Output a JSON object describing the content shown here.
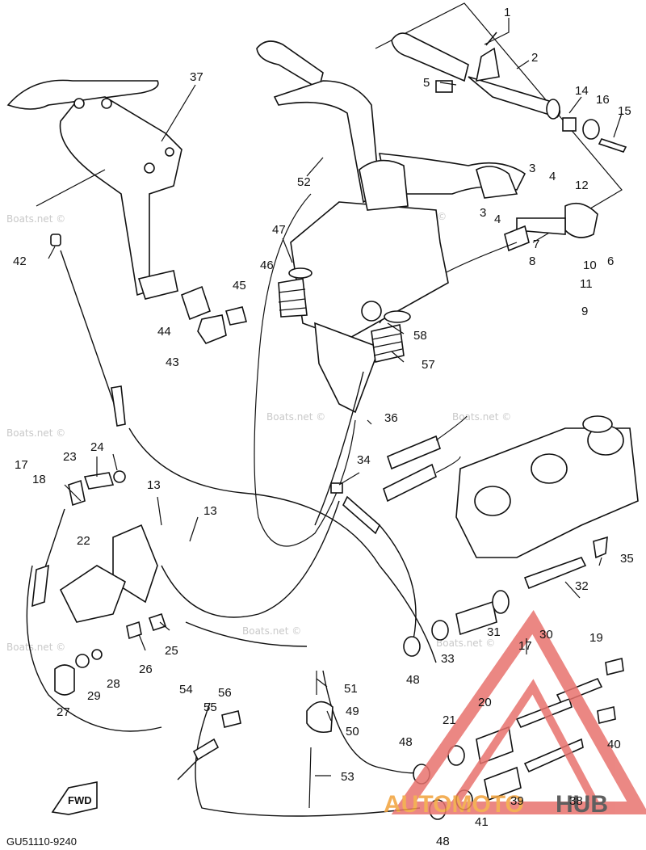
{
  "diagram": {
    "code": "GU51110-9240",
    "fwd_label": "FWD",
    "watermark": "Boats.net ©",
    "brand": {
      "part_a": "AUTOMOTO",
      "part_b": "HUB"
    },
    "labels": [
      {
        "id": "l1",
        "text": "1"
      },
      {
        "id": "l2",
        "text": "2"
      },
      {
        "id": "l3a",
        "text": "3"
      },
      {
        "id": "l3b",
        "text": "3"
      },
      {
        "id": "l4a",
        "text": "4"
      },
      {
        "id": "l4b",
        "text": "4"
      },
      {
        "id": "l5",
        "text": "5"
      },
      {
        "id": "l6",
        "text": "6"
      },
      {
        "id": "l7",
        "text": "7"
      },
      {
        "id": "l8",
        "text": "8"
      },
      {
        "id": "l9",
        "text": "9"
      },
      {
        "id": "l10",
        "text": "10"
      },
      {
        "id": "l11",
        "text": "11"
      },
      {
        "id": "l12",
        "text": "12"
      },
      {
        "id": "l13a",
        "text": "13"
      },
      {
        "id": "l13b",
        "text": "13"
      },
      {
        "id": "l14",
        "text": "14"
      },
      {
        "id": "l15",
        "text": "15"
      },
      {
        "id": "l16",
        "text": "16"
      },
      {
        "id": "l17a",
        "text": "17"
      },
      {
        "id": "l17b",
        "text": "17"
      },
      {
        "id": "l18",
        "text": "18"
      },
      {
        "id": "l19",
        "text": "19"
      },
      {
        "id": "l20",
        "text": "20"
      },
      {
        "id": "l21",
        "text": "21"
      },
      {
        "id": "l22",
        "text": "22"
      },
      {
        "id": "l23",
        "text": "23"
      },
      {
        "id": "l24",
        "text": "24"
      },
      {
        "id": "l25",
        "text": "25"
      },
      {
        "id": "l26",
        "text": "26"
      },
      {
        "id": "l27",
        "text": "27"
      },
      {
        "id": "l28",
        "text": "28"
      },
      {
        "id": "l29",
        "text": "29"
      },
      {
        "id": "l30",
        "text": "30"
      },
      {
        "id": "l31",
        "text": "31"
      },
      {
        "id": "l32",
        "text": "32"
      },
      {
        "id": "l33",
        "text": "33"
      },
      {
        "id": "l34",
        "text": "34"
      },
      {
        "id": "l35",
        "text": "35"
      },
      {
        "id": "l36",
        "text": "36"
      },
      {
        "id": "l37",
        "text": "37"
      },
      {
        "id": "l38",
        "text": "38"
      },
      {
        "id": "l39",
        "text": "39"
      },
      {
        "id": "l40",
        "text": "40"
      },
      {
        "id": "l41",
        "text": "41"
      },
      {
        "id": "l42",
        "text": "42"
      },
      {
        "id": "l43",
        "text": "43"
      },
      {
        "id": "l44",
        "text": "44"
      },
      {
        "id": "l45",
        "text": "45"
      },
      {
        "id": "l46",
        "text": "46"
      },
      {
        "id": "l47",
        "text": "47"
      },
      {
        "id": "l48a",
        "text": "48"
      },
      {
        "id": "l48b",
        "text": "48"
      },
      {
        "id": "l48c",
        "text": "48"
      },
      {
        "id": "l49",
        "text": "49"
      },
      {
        "id": "l50",
        "text": "50"
      },
      {
        "id": "l51",
        "text": "51"
      },
      {
        "id": "l52",
        "text": "52"
      },
      {
        "id": "l53",
        "text": "53"
      },
      {
        "id": "l54",
        "text": "54"
      },
      {
        "id": "l55",
        "text": "55"
      },
      {
        "id": "l56",
        "text": "56"
      },
      {
        "id": "l57",
        "text": "57"
      },
      {
        "id": "l58",
        "text": "58"
      }
    ]
  },
  "colors": {
    "accent_red": "#e8736e",
    "brand_orange": "#f2a23a",
    "brand_gray": "#444444",
    "watermark": "#c9c9c9"
  }
}
